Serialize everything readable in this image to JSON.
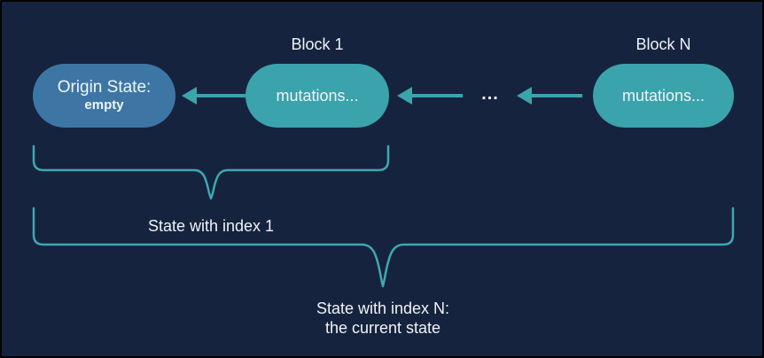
{
  "diagram": {
    "block1_label": "Block 1",
    "blockN_label": "Block N",
    "origin_title": "Origin State:",
    "origin_subtitle": "empty",
    "block1_content": "mutations...",
    "blockN_content": "mutations...",
    "ellipsis": "...",
    "caption_state1": "State with index 1",
    "caption_stateN_line1": "State with index N:",
    "caption_stateN_line2": "the current state"
  },
  "colors": {
    "background": "#16233E",
    "border": "#000000",
    "teal": "#3AA3AB",
    "blue_pill": "#3D76A5",
    "brace_stroke": "#3EA8B1",
    "text": "#F0F3F7"
  }
}
